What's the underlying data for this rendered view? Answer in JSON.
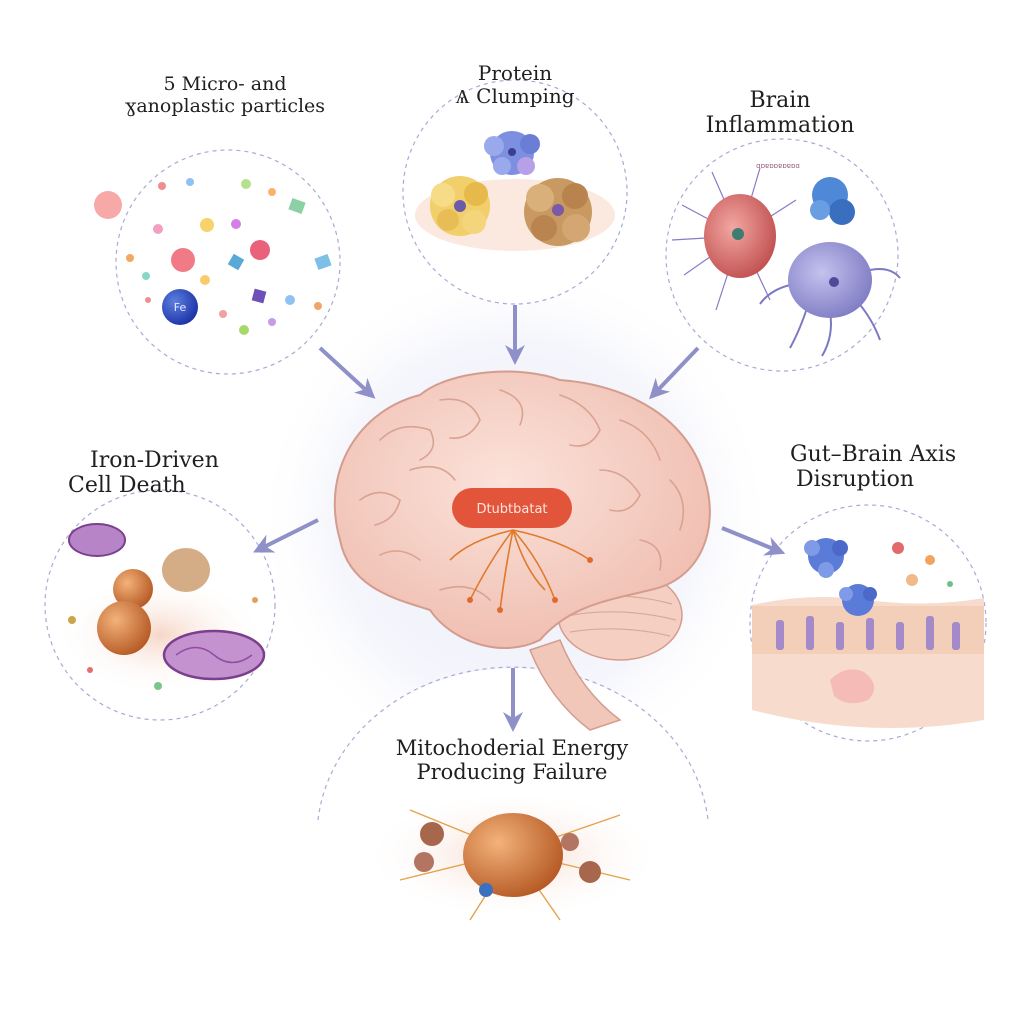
{
  "nodes": {
    "micro_plastics": {
      "line1": "5 Micro- and",
      "line2": "ɣanoplastic particles",
      "badge": "Fe"
    },
    "protein_clumping": {
      "line1": "Protein",
      "line2": "Ѧ Clumping"
    },
    "brain_inflammation": {
      "line1": "Brain",
      "line2": "Inflammation",
      "tiny_text": "ɑɒɐɒɒɐɒɐɒɑ"
    },
    "iron_cell_death": {
      "line1": "Iron-Driven",
      "line2": "Cell Death"
    },
    "gut_brain": {
      "line1": "Gut–Brain Axis",
      "line2": "Disruption"
    },
    "mitochondrial": {
      "line1": "Mitochoderial Energy",
      "line2": "Producing Failure"
    }
  },
  "center": {
    "badge_text": "Dtubtbatat"
  },
  "colors": {
    "arrow": "#8f90c8",
    "brain_fill": "#f7d3c8",
    "brain_line": "#d49c8f",
    "badge": "#e2553b",
    "dashed_circle": "#a8aad6",
    "glow": "#eef0fa"
  }
}
